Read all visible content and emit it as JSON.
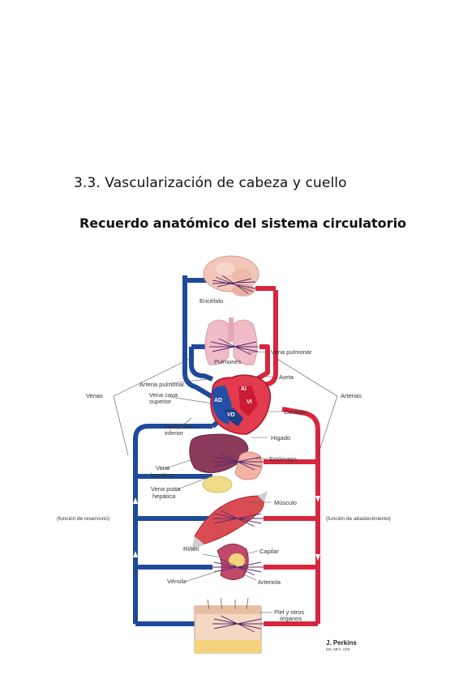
{
  "document": {
    "section_heading": "3.3. Vascularización de cabeza y cuello",
    "subtitle": "Recuerdo anatómico del sistema circulatorio"
  },
  "figure": {
    "labels": {
      "encefalo": "Encéfalo",
      "pulmones": "Pulmones",
      "vena_pulmonar": "Vena pulmonar",
      "aorta": "Aorta",
      "arteria_pulmonar": "Arteria pulmonar",
      "venas": "Venas",
      "arterias": "Arterias",
      "vena_cava_superior_1": "Vena cava",
      "vena_cava_superior_2": "superior",
      "corazon": "Corazón",
      "vena_cava_inferior_1": "Vena cava",
      "vena_cava_inferior_2": "inferior",
      "higado": "Hígado",
      "estomago": "Estómago",
      "vena_hepatica_1": "Vena",
      "vena_hepatica_2": "hepática",
      "vena_porta_1": "Vena porta",
      "vena_porta_2": "hepática",
      "musculo": "Músculo",
      "funcion_reservorio": "(función de reservorio)",
      "funcion_abastecimiento": "(función de abastecimiento)",
      "rinon": "Riñón",
      "capilar": "Capilar",
      "venula": "Vénula",
      "arteriola": "Arteriola",
      "piel_1": "Piel y otros",
      "piel_2": "órganos",
      "ad": "AD",
      "ai": "AI",
      "vd": "VD",
      "vi": "VI"
    },
    "signature": "J. Perkins",
    "signature_sub": "MS, MFA, CMI",
    "colors": {
      "venous": "#1e4a9a",
      "arterial": "#d7263d",
      "capillary": "#5a2a6a"
    }
  }
}
